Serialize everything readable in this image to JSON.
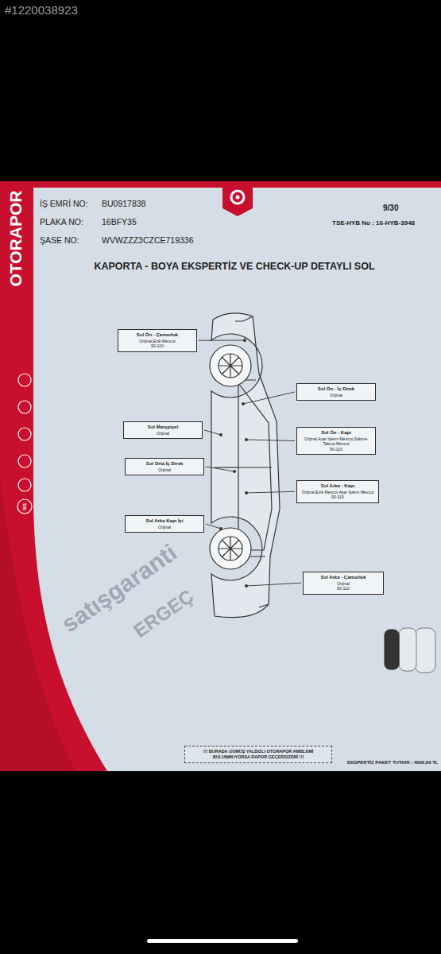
{
  "diagram": {
    "title": "KAPORTA - BOYA EKSPERTİZ VE CHECK-UP DETAYLI SOL",
    "nodes": [
      {
        "text": [
          "Sol Ön - Çamurluk",
          "Orijinal,Ezik Mevcut",
          "90-110"
        ]
      },
      {
        "text": [
          "Sol Ön - İç Direk",
          "Orijinal"
        ]
      },
      {
        "text": [
          "Sol Marşpiyel",
          "Orijinal"
        ]
      },
      {
        "text": [
          "Sol Ön - Kapı",
          "Orijinal,Ayar İşlemi Mevcut,Sökme-Takma Mevcut",
          "90-110"
        ]
      },
      {
        "text": [
          "Sol Orta İç Direk",
          "Orijinal"
        ]
      },
      {
        "text": [
          "Sol Arka - Kapı",
          "Orijinal,Ezik Mevcut,Ayar İşlemi Mevcut",
          "90-110"
        ]
      },
      {
        "text": [
          "Sol Arka Kapı İçi",
          "Orijinal"
        ]
      },
      {
        "text": [
          "Sol Arka - Çamurluk",
          "Orijinal",
          "90-110"
        ]
      },
      {
        "text": [
          "!!! BURADA GÜMÜŞ YALDIZLI OTORAPOR AMBLEMİ BULUNMUYORSA RAPOR GEÇERSİZDİR !!!"
        ]
      }
    ],
    "labels": [
      "#1220038923",
      "İŞ EMRİ NO:",
      "BU0917838",
      "PLAKA NO:",
      "16BFY35",
      "ŞASE NO:",
      "WVWZZZ3CZCE719336",
      "9/30",
      "TSE-HYB No : 16-HYB-3948",
      "OTORAPOR",
      "501",
      "satışgaranti",
      "ERGEÇ",
      "EKSPERTİZ PAKET TUTARI : 4600,00 TL"
    ]
  }
}
